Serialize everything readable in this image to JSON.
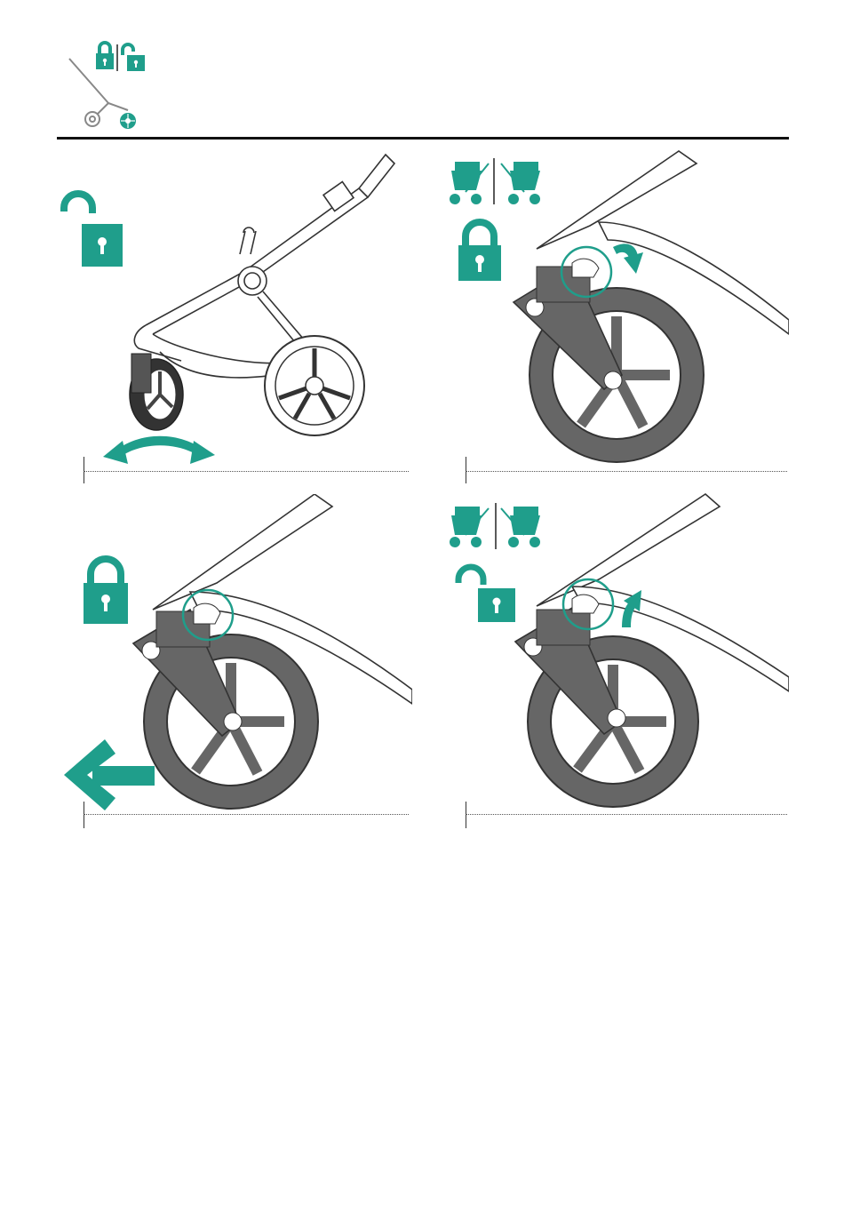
{
  "page": {
    "title": "",
    "header_icons": [
      "stroller-front-wheel-icon",
      "lock-closed-icon",
      "lock-open-icon"
    ]
  },
  "colors": {
    "accent": "#1f9e8b",
    "wheel": "#666666",
    "line": "#333333",
    "rule": "#111111"
  },
  "steps": [
    {
      "icon": "lock-open-icon",
      "action": "swivel-arrow-icon",
      "state": "unlocked-swivel"
    },
    {
      "icon": "lock-closed-icon",
      "action": "down-arrow-icon",
      "state": "press-lock-down",
      "modes": [
        "parent-facing-stroller-icon",
        "world-facing-stroller-icon"
      ]
    },
    {
      "icon": "lock-closed-icon",
      "action": "left-arrow-icon",
      "state": "locked-straight"
    },
    {
      "icon": "lock-open-icon",
      "action": "up-arrow-icon",
      "state": "lift-lock-up",
      "modes": [
        "parent-facing-stroller-icon",
        "world-facing-stroller-icon"
      ]
    }
  ]
}
